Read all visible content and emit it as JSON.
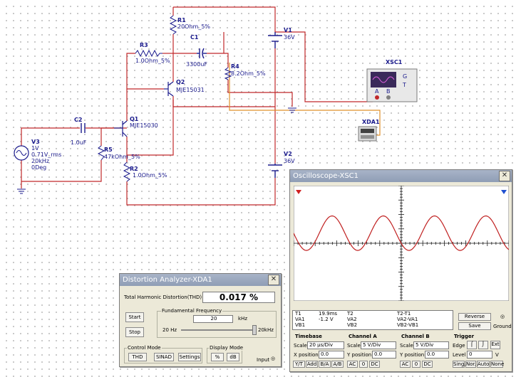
{
  "schematic": {
    "components": {
      "r1": {
        "ref": "R1",
        "value": "20Ohm_5%"
      },
      "c1": {
        "ref": "C1",
        "value": "3300uF"
      },
      "r3": {
        "ref": "R3",
        "value": "1.0Ohm_5%"
      },
      "q2": {
        "ref": "Q2",
        "value": "MJE15031"
      },
      "q1": {
        "ref": "Q1",
        "value": "MJE15030"
      },
      "c2": {
        "ref": "C2",
        "value": "1.0uF"
      },
      "r5": {
        "ref": "R5",
        "value": "47kOhm_5%"
      },
      "r2": {
        "ref": "R2",
        "value": "1.0Ohm_5%"
      },
      "r4": {
        "ref": "R4",
        "value": "8.2Ohm_5%"
      },
      "v1": {
        "ref": "V1",
        "value": "36V"
      },
      "v2": {
        "ref": "V2",
        "value": "36V"
      },
      "v3": {
        "ref": "V3",
        "line1": "1V",
        "line2": "0.71V_rms",
        "line3": "20kHz",
        "line4": "0Deg"
      },
      "xsc1": {
        "ref": "XSC1",
        "g": "G",
        "t": "T",
        "a": "A",
        "b": "B"
      },
      "xda1": {
        "ref": "XDA1"
      }
    }
  },
  "oscilloscope": {
    "title": "Oscilloscope-XSC1",
    "signal": {
      "cycles": 4.2,
      "amplitude_div": 1.2,
      "offset_div": 0.7
    },
    "readout": {
      "t1": "T1",
      "va1": "VA1",
      "vb1": "VB1",
      "t1_time": "19.9ms",
      "t1_va": "-1.2 V",
      "t2": "T2",
      "va2": "VA2",
      "vb2": "VB2",
      "t21": "T2-T1",
      "va21": "VA2-VA1",
      "vb21": "VB2-VB1"
    },
    "reverse": "Reverse",
    "save": "Save",
    "ground": "Ground",
    "timebase": {
      "title": "Timebase",
      "scale_lbl": "Scale",
      "scale": "20 µs/Div",
      "xpos_lbl": "X position",
      "xpos": "0.0",
      "btns": [
        "Y/T",
        "Add",
        "B/A",
        "A/B"
      ]
    },
    "channel_a": {
      "title": "Channel A",
      "scale_lbl": "Scale",
      "scale": "5 V/Div",
      "ypos_lbl": "Y position",
      "ypos": "0.0",
      "btns": [
        "AC",
        "0",
        "DC"
      ]
    },
    "channel_b": {
      "title": "Channel B",
      "scale_lbl": "Scale",
      "scale": "5 V/Div",
      "ypos_lbl": "Y position",
      "ypos": "0.0",
      "btns": [
        "AC",
        "0",
        "DC"
      ]
    },
    "trigger": {
      "title": "Trigger",
      "edge_lbl": "Edge",
      "level_lbl": "Level",
      "level": "0",
      "unit": "V",
      "btns": [
        "Sing.",
        "Nor.",
        "Auto",
        "None"
      ]
    }
  },
  "distortion": {
    "title": "Distortion Analyzer-XDA1",
    "thd_label": "Total Harmonic Distortion(THD) :",
    "thd_value": "0.017 %",
    "start": "Start",
    "stop": "Stop",
    "fund_label": "Fundamental Frequency",
    "fund_value": "20",
    "fund_unit": "kHz",
    "slider_min": "20 Hz",
    "slider_max": "20kHz",
    "control_mode": "Control Mode",
    "thd": "THD",
    "sinad": "SINAD",
    "settings": "Settings",
    "display_mode": "Display Mode",
    "pct": "%",
    "db": "dB",
    "input": "Input"
  }
}
